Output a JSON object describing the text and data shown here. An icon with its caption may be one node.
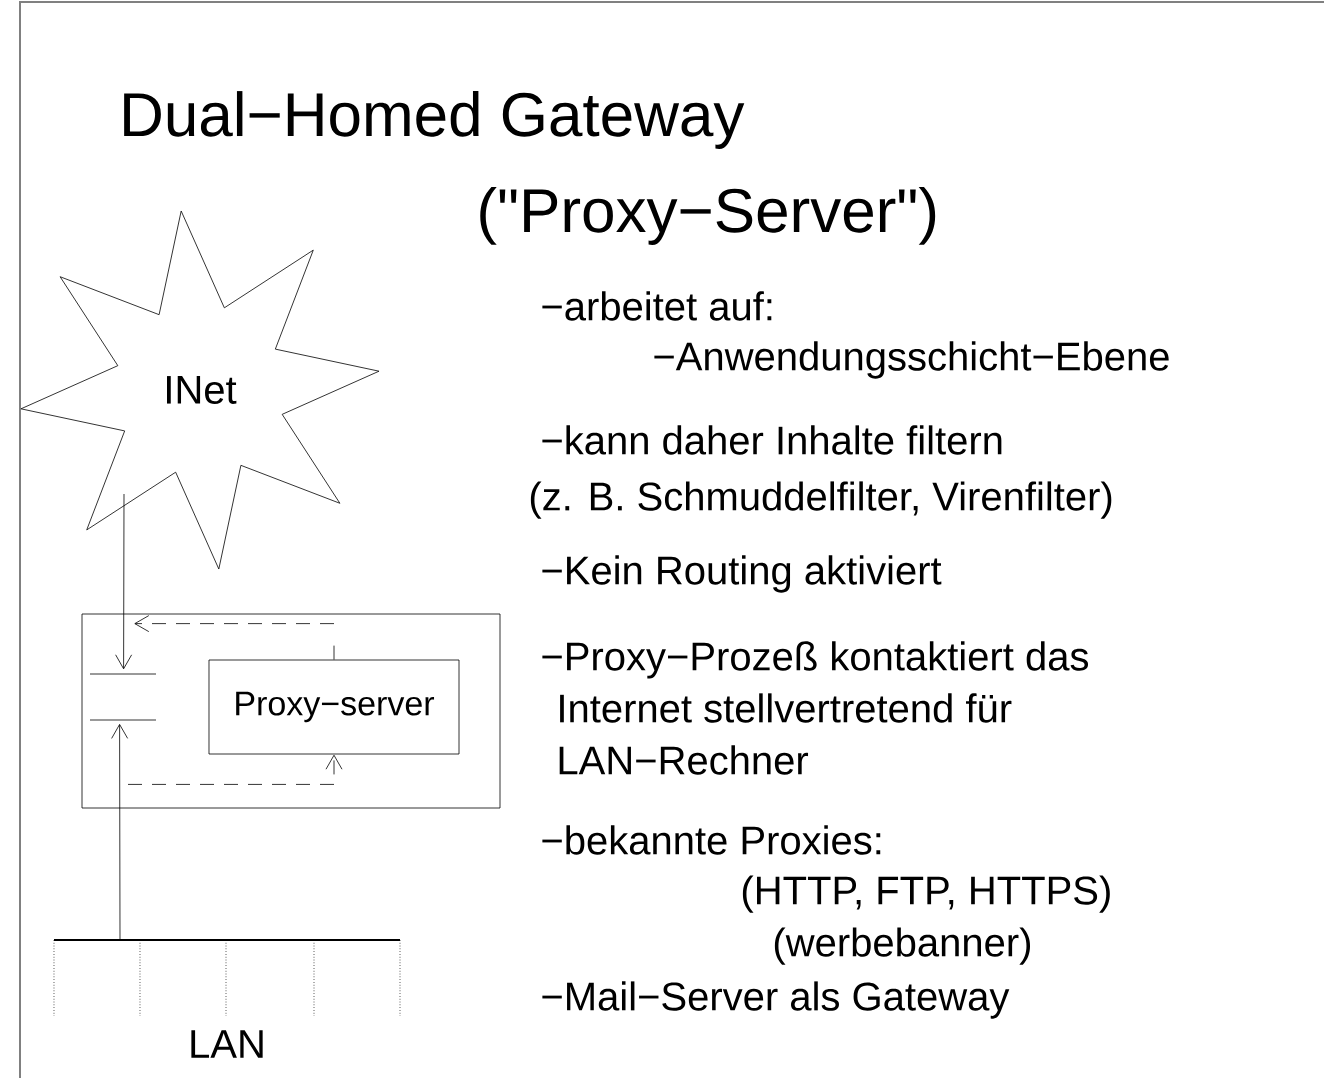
{
  "diagram": {
    "title": "Dual−Homed Gateway",
    "nodes": [
      {
        "text": [
          "INet"
        ]
      },
      {
        "text": [],
        "shape": "box"
      },
      {
        "text": [
          "Proxy−server"
        ],
        "in": 1
      },
      {
        "text": [],
        "shape": "bar",
        "beside": [
          "LAN"
        ]
      }
    ],
    "edges": [
      {
        "from": 0,
        "to": 1,
        "arrow": "to"
      },
      {
        "from": 3,
        "to": 1,
        "arrow": "to"
      },
      {
        "from": null,
        "to": 2,
        "arrow": "to",
        "style": "dashed"
      },
      {
        "from": 2,
        "to": null,
        "arrow": "to",
        "style": "dashed"
      }
    ],
    "labels": [
      "(\"Proxy−Server\")",
      "−arbeitet auf:",
      "−Anwendungsschicht−Ebene",
      "−kann daher Inhalte filtern",
      "(z. B. Schmuddelfilter, Virenfilter)",
      "−Kein Routing aktiviert",
      "−Proxy−Prozeß kontaktiert das Internet stellvertretend für LAN−Rechner",
      "−bekannte Proxies:",
      "(HTTP, FTP, HTTPS)",
      "(werbebanner)",
      "−Mail−Server als Gateway"
    ]
  }
}
